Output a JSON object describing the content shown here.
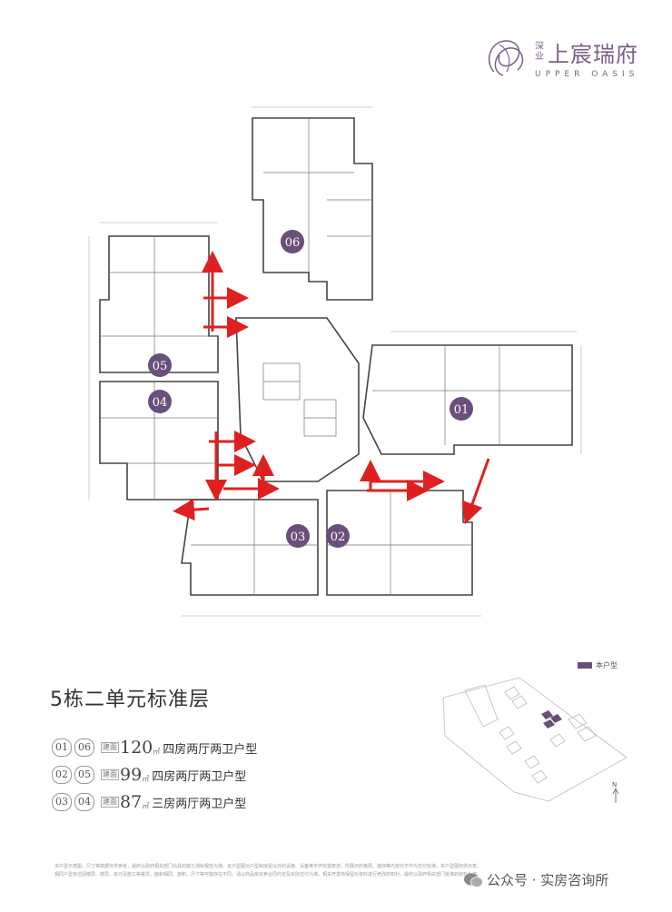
{
  "brand": {
    "small": "深业",
    "name": "上宸瑞府",
    "english": "UPPER OASIS",
    "color": "#7a5f86"
  },
  "plan": {
    "units": [
      "06",
      "05",
      "04",
      "01",
      "03",
      "02"
    ],
    "unit_color": "#6a4f7a",
    "arrow_color": "#e02020"
  },
  "legend": {
    "label": "本户型",
    "color": "#6a4f7a"
  },
  "title": "5栋二单元标准层",
  "unit_types": [
    {
      "units": [
        "01",
        "06"
      ],
      "area_tag": "建面",
      "area": "120",
      "area_unit": "㎡",
      "layout": "四房两厅两卫户型"
    },
    {
      "units": [
        "02",
        "05"
      ],
      "area_tag": "建面",
      "area": "99",
      "area_unit": "㎡",
      "layout": "四房两厅两卫户型"
    },
    {
      "units": [
        "03",
        "04"
      ],
      "area_tag": "建面",
      "area": "87",
      "area_unit": "㎡",
      "layout": "三房两厅两卫户型"
    }
  ],
  "north_label": "N",
  "disclaimer": [
    "本户型示意图，尺寸等数据仅供参考，最终以政府相关部门出具的竣工测绘报告为准。本户型图对户型和房屋以外的设施、设备等不作完整表述，所展示的格局、装饰等内容均不作为交付标准，本户型图仅供示意。",
    "相同户型单位因楼层、楼层、单元及施工等差异，面积相同、面积、尺寸等可能存在不同，请以商品房买卖合同约定及实际交付为准。相关开发商保留对资料进行修改的权利，最终以政府相关部门批准的资料为准。"
  ],
  "watermark": "公众号 · 实房咨询所"
}
